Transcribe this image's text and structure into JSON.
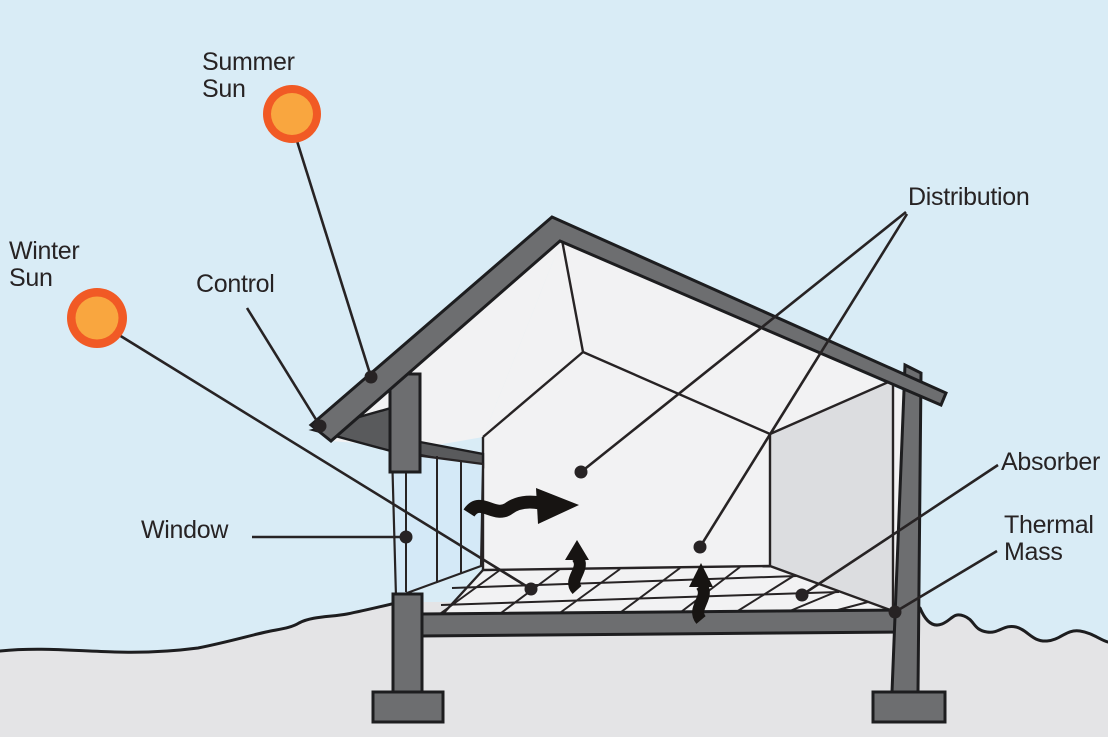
{
  "colors": {
    "sky": "#d9ecf6",
    "ground": "#e4e4e6",
    "structure": "#6d6e70",
    "soffit": "#595a5c",
    "interior": "#f2f2f3",
    "side_wall": "#dcdde0",
    "glass": "#d4e9f7",
    "sun_ring": "#f15a25",
    "sun_core": "#f9a63f",
    "line": "#272324",
    "outline": "#1d1d1f",
    "arrow": "#171412",
    "text": "#272324"
  },
  "labels": {
    "summer_sun": {
      "line1": "Summer",
      "line2": "Sun"
    },
    "winter_sun": {
      "line1": "Winter",
      "line2": "Sun"
    },
    "control": {
      "text": "Control"
    },
    "window": {
      "text": "Window"
    },
    "distribution": {
      "text": "Distribution"
    },
    "absorber": {
      "text": "Absorber"
    },
    "thermal_mass": {
      "line1": "Thermal",
      "line2": "Mass"
    }
  }
}
